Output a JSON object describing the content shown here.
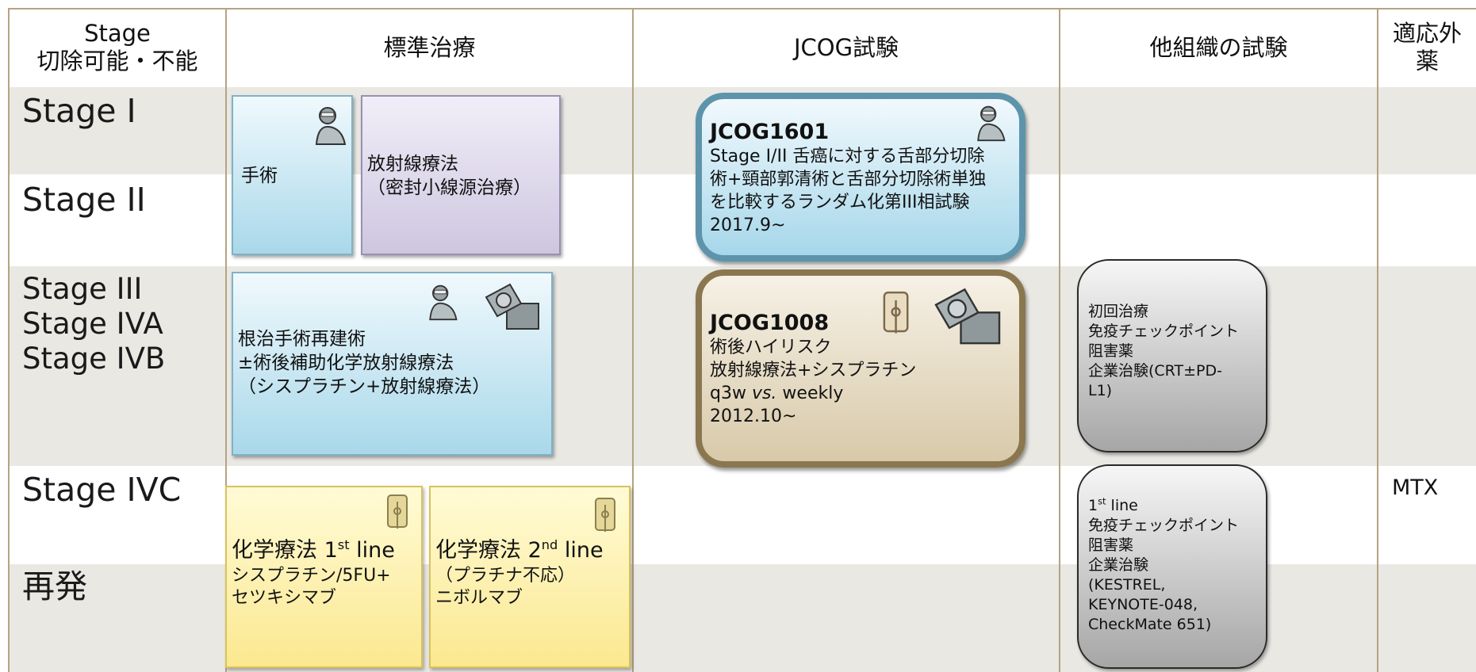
{
  "header": {
    "col_stage_line1": "Stage",
    "col_stage_line2": "切除可能・不能",
    "col_standard": "標準治療",
    "col_jcog": "JCOG試験",
    "col_other": "他組織の試験",
    "col_offlabel_line1": "適応外",
    "col_offlabel_line2": "薬"
  },
  "stages": {
    "s1": "Stage I",
    "s2": "Stage II",
    "s3": "Stage III",
    "s4a": "Stage IVA",
    "s4b": "Stage IVB",
    "s4c": "Stage IVC",
    "recur": "再発"
  },
  "standard": {
    "surgery": "手術",
    "radiation_line1": "放射線療法",
    "radiation_line2": "（密封小線源治療）",
    "radical_line1": "根治手術再建術",
    "radical_line2": "±術後補助化学放射線療法",
    "radical_line3": "（シスプラチン+放射線療法）",
    "chemo1_prefix": "化学療法 1",
    "chemo1_sup": "st",
    "chemo1_suffix": " line",
    "chemo1_detail1": "シスプラチン/5FU+",
    "chemo1_detail2": "セツキシマブ",
    "chemo2_prefix": "化学療法 2",
    "chemo2_sup": "nd",
    "chemo2_suffix": " line",
    "chemo2_detail1": "（プラチナ不応）",
    "chemo2_detail2": "ニボルマブ"
  },
  "jcog": {
    "t1601_id": "JCOG1601",
    "t1601_line1": "Stage I/II 舌癌に対する舌部分切除",
    "t1601_line2": "術+頸部郭清術と舌部分切除術単独",
    "t1601_line3": "を比較するランダム化第III相試験",
    "t1601_line4": "2017.9~",
    "t1008_id": "JCOG1008",
    "t1008_line1": "術後ハイリスク",
    "t1008_line2": "放射線療法+シスプラチン",
    "t1008_line3a": "q3w ",
    "t1008_line3b": "vs.",
    "t1008_line3c": " weekly",
    "t1008_line4": "2012.10~"
  },
  "other": {
    "a_line1": "初回治療",
    "a_line2": "免疫チェックポイント",
    "a_line3": "阻害薬",
    "a_line4": "企業治験(CRT±PD-",
    "a_line5": "L1)",
    "b_line1_prefix": "1",
    "b_line1_sup": "st",
    "b_line1_suffix": " line",
    "b_line2": "免疫チェックポイント",
    "b_line3": "阻害薬",
    "b_line4": "企業治験",
    "b_line5": "(KESTREL,",
    "b_line6": "KEYNOTE-048,",
    "b_line7": "CheckMate 651)"
  },
  "offlabel": {
    "mtx": "MTX"
  }
}
